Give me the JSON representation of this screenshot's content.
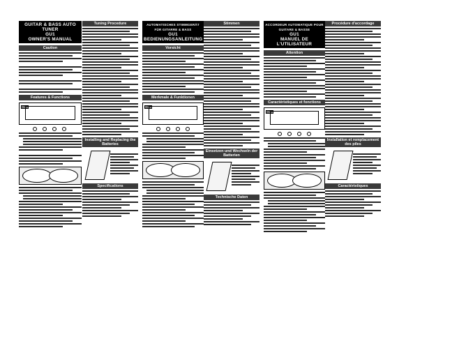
{
  "col1": {
    "banner_line1": "GUITAR & BASS AUTO TUNER",
    "banner_line2": "GU1",
    "banner_line3": "OWNER'S MANUAL",
    "bar_caution": "Caution",
    "bar_features": "Features & Functions",
    "device_label": "GU1"
  },
  "col2": {
    "bar_tuning": "Tuning Procedure",
    "bar_battery": "Installing and Replacing the Batteries",
    "bar_specs": "Specifications"
  },
  "col3": {
    "banner_line1": "AUTOMATISCHES STIMMGERÄT FÜR GITARRE & BASS",
    "banner_line2": "GU1",
    "banner_line3": "BEDIENUNGSANLEITUNG",
    "bar_caution": "Vorsicht",
    "bar_features": "Merkmale & Funktionen",
    "device_label": "GU1"
  },
  "col4": {
    "bar_tuning": "Stimmen",
    "bar_battery": "Einsetzen und Wechseln der Batterien",
    "bar_specs": "Technische Daten"
  },
  "col5": {
    "banner_line1": "ACCORDEUR AUTOMATIQUE POUR GUITARE & BASSE",
    "banner_line2": "GU1",
    "banner_line3": "MANUEL DE L'UTILISATEUR",
    "bar_caution": "Attention",
    "bar_features": "Caractéristiques et fonctions",
    "device_label": "GU1"
  },
  "col6": {
    "bar_tuning": "Procédure d'accordage",
    "bar_battery": "Installation et remplacement des piles",
    "bar_specs": "Caractéristiques"
  }
}
